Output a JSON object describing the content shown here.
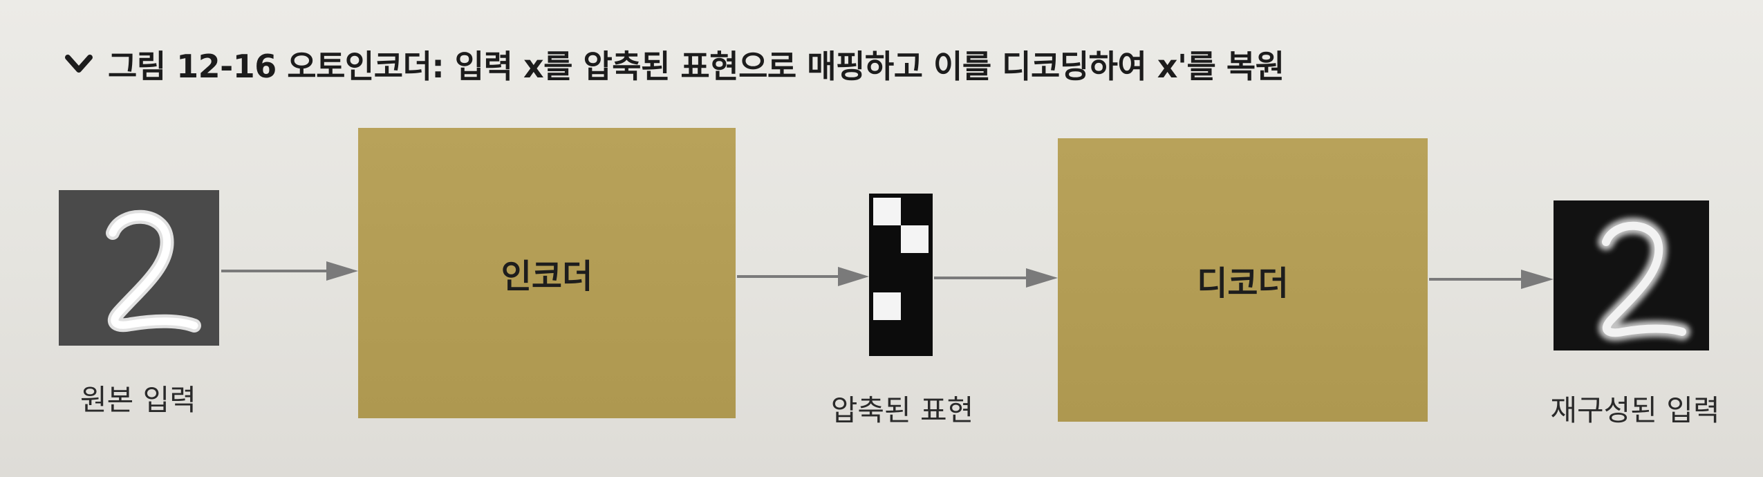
{
  "caption": {
    "icon": "chevron-down-icon",
    "text": "그림 12-16 오토인코더: 입력 x를 압축된 표현으로 매핑하고 이를 디코딩하여 x'를 복원"
  },
  "diagram": {
    "original_input": {
      "label": "원본 입력",
      "digit": "2"
    },
    "encoder": {
      "label": "인코더",
      "color": "#b39d54"
    },
    "compressed": {
      "label": "압축된 표현",
      "pattern": [
        [
          1,
          0
        ],
        [
          0,
          1
        ],
        [
          0,
          0
        ],
        [
          0,
          0
        ],
        [
          1,
          0
        ],
        [
          0,
          0
        ]
      ]
    },
    "decoder": {
      "label": "디코더",
      "color": "#b39d54"
    },
    "reconstructed_input": {
      "label": "재구성된 입력",
      "digit": "2"
    },
    "arrow_color": "#7a7a7a"
  }
}
